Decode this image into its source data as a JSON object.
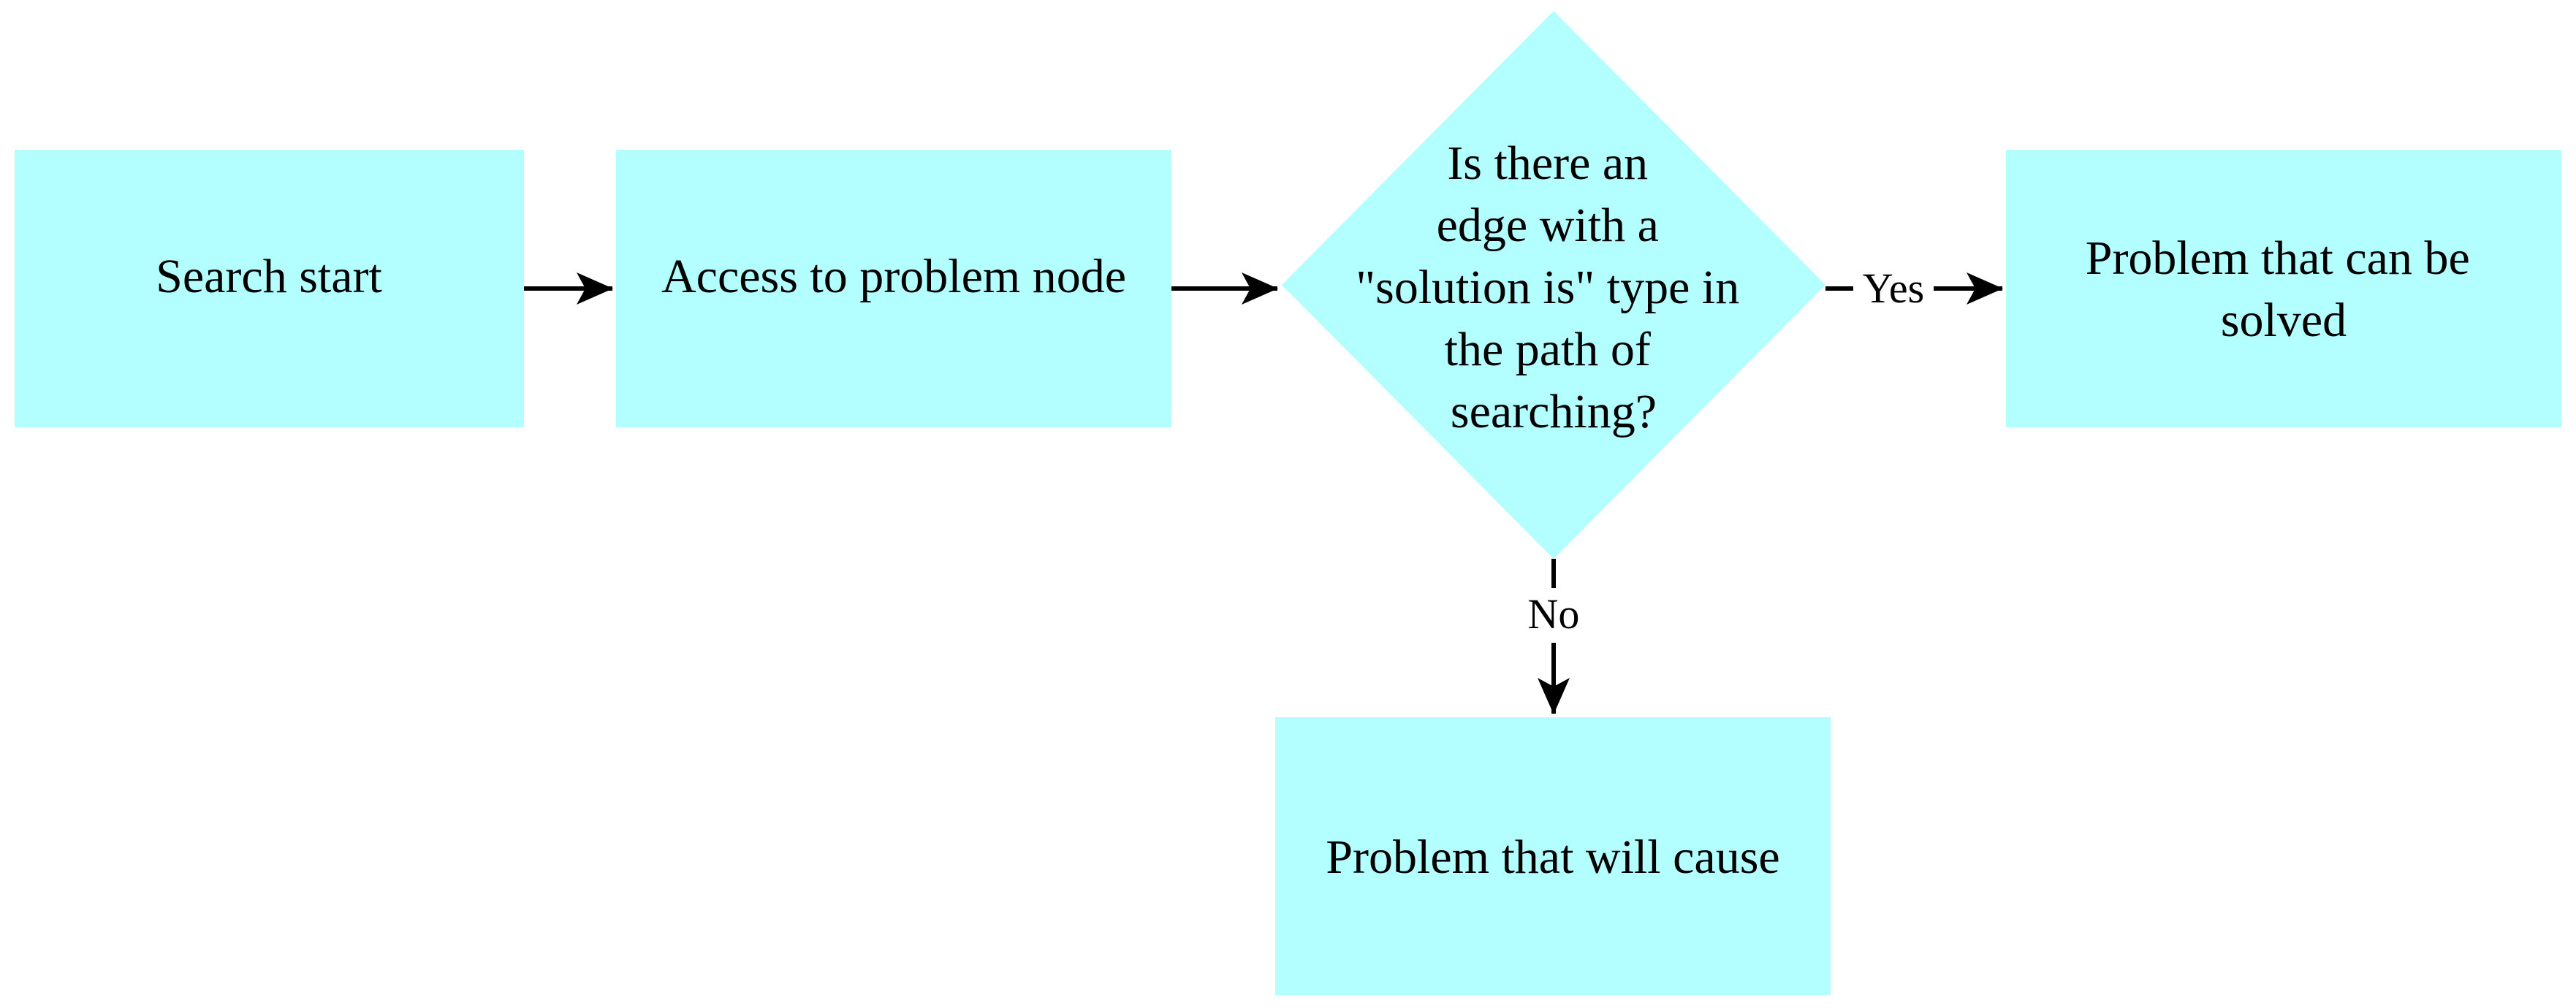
{
  "colors": {
    "node_fill": "#b3ffff",
    "line": "#000000",
    "background": "#ffffff"
  },
  "nodes": {
    "search_start": {
      "shape": "rectangle",
      "lines": [
        "Search start"
      ]
    },
    "access_problem_node": {
      "shape": "rectangle",
      "lines": [
        "Access to problem node"
      ]
    },
    "decision": {
      "shape": "diamond",
      "lines": [
        "Is there an",
        "edge with a",
        "\"solution is\" type in",
        "the path of",
        "searching?"
      ]
    },
    "solvable": {
      "shape": "rectangle",
      "lines": [
        "Problem that can be",
        "solved"
      ]
    },
    "will_cause": {
      "shape": "rectangle",
      "lines": [
        "Problem that will cause"
      ]
    }
  },
  "edges": {
    "start_to_access": {
      "from": "search_start",
      "to": "access_problem_node",
      "label": ""
    },
    "access_to_decision": {
      "from": "access_problem_node",
      "to": "decision",
      "label": ""
    },
    "decision_yes": {
      "from": "decision",
      "to": "solvable",
      "label": "Yes"
    },
    "decision_no": {
      "from": "decision",
      "to": "will_cause",
      "label": "No"
    }
  }
}
